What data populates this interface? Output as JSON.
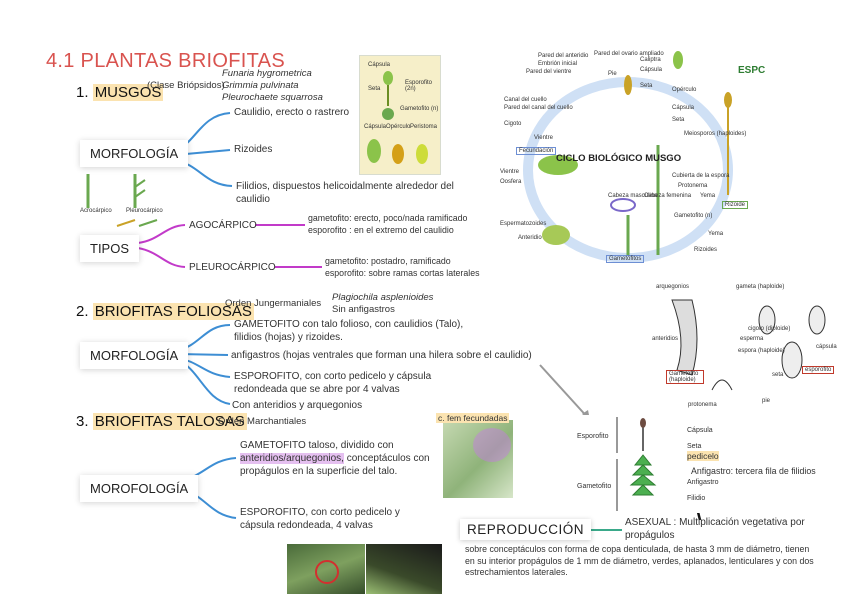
{
  "title": "4.1 PLANTAS BRIOFITAS",
  "musgos": {
    "num": "1.",
    "name": "MUSGOS",
    "clase": "(Clase Briópsidos)",
    "species": [
      "Funaria hygrometrica",
      "Grimmia pulvinata",
      "Pleurochaete squarrosa"
    ],
    "morfologia": "MORFOLOGÍA",
    "items": [
      "Caulidio, erecto o rastrero",
      "Rizoides",
      "Filidios, dispuestos helicoidalmente alrededor del caulidio"
    ],
    "tipos": "TIPOS",
    "agocarpico": "AGOCÁRPICO",
    "agocarpico_desc": [
      "gametofito: erecto, poco/nada ramificado",
      "esporofito : en el extremo del caulidio"
    ],
    "pleurocarpico": "PLEUROCÁRPICO",
    "pleurocarpico_desc": [
      "gametofito: postadro, ramificado",
      "esporofito: sobre ramas cortas laterales"
    ]
  },
  "foliosas": {
    "num": "2.",
    "name": "BRIOFITAS FOLIOSAS",
    "orden": "Orden Jungermaniales",
    "species": "Plagiochila asplenioides",
    "note": "Sin anfigastros",
    "morfologia": "MORFOLOGÍA",
    "items": [
      "GAMETOFITO con talo folioso, con caulidios (Talo), filidios (hojas) y rizoides.",
      "anfigastros  (hojas ventrales que forman una hilera sobre el caulidio)",
      "ESPOROFITO, con corto pedicelo y cápsula redondeada que se abre por 4 valvas",
      "Con anteridios y arquegonios"
    ]
  },
  "talosas": {
    "num": "3.",
    "name": "BRIOFITAS TALOSAS",
    "orden": "Orden Marchantiales",
    "morfologia": "MOROFOLOGÍA",
    "gametofito_pre": "GAMETOFITO taloso, dividido con",
    "gametofito_hl1": "anteridios/",
    "gametofito_hl2": "arquegonios,",
    "gametofito_post": " conceptáculos con propágulos en la superficie del talo.",
    "esporofito": "ESPOROFITO, con corto pedicelo y cápsula redondeada, 4 valvas",
    "photo_label": "c. fem fecundadas"
  },
  "reproduccion": {
    "label": "REPRODUCCIÓN",
    "asexual": "ASEXUAL : Multiplicación vegetativa por propágulos",
    "desc": "sobre conceptáculos con forma de copa denticulada, de hasta 3 mm de diámetro, tienen en su interior propágulos de 1 mm de diámetro, verdes, aplanados, lenticulares y con dos estrechamientos laterales."
  },
  "ciclo": {
    "title": "CICLO BIOLÓGICO MUSGO",
    "espc": "ESPC",
    "labels": [
      "Pared del anteridio",
      "Embrión inicial",
      "Pared del vientre",
      "Pared del ovario ampliado",
      "Pie",
      "Caliptra",
      "Cápsula",
      "Seta",
      "Canal del cuello",
      "Pared del canal del cuello",
      "Cigoto",
      "Vientre",
      "Fecundación",
      "Opérculo",
      "Cápsula",
      "Seta",
      "Meiosporos (haploides)",
      "Cubierta de la espora",
      "Protonema",
      "Yema",
      "Rizoide",
      "Vientre",
      "Oosfera",
      "Espermatozoides",
      "Anteridio",
      "Cabeza masculina",
      "Cabeza femenina",
      "Gametofito (n)",
      "Gametófitos",
      "Rizoides",
      "Yema"
    ]
  },
  "figura_musgo": {
    "labels": [
      "Cápsula",
      "Seta",
      "Esporofito (2n)",
      "Gametofito (n)",
      "Cápsula",
      "Opérculo",
      "Peristoma"
    ]
  },
  "figura_hepatica": {
    "labels": [
      "arquegonios",
      "anteridios",
      "gameta (haploide)",
      "cigoto (diploide)",
      "esperma",
      "espora (haploide)",
      "cápsula",
      "seta",
      "pie",
      "protonema",
      "esporofito",
      "Gametofito (haploide)"
    ]
  },
  "figura_foliosa": {
    "labels": [
      "Esporofito",
      "Cápsula",
      "Seta",
      "pedicelo",
      "Gametofito",
      "Anfigastro",
      "Filidio",
      "Anfigastro: tercera fila de filidios"
    ]
  },
  "small_drawings": [
    "Acrocárpico",
    "Pleurocárpico"
  ]
}
